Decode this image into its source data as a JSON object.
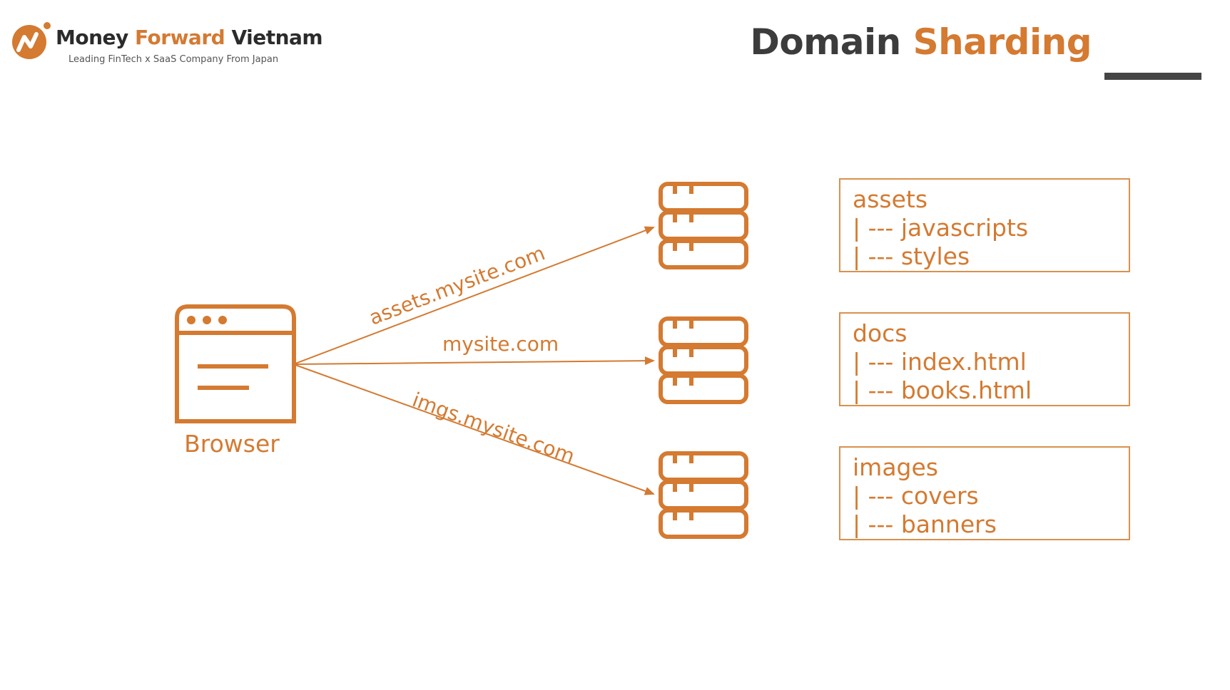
{
  "header": {
    "brand_money": "Money",
    "brand_forward": "Forward",
    "brand_vietnam": "Vietnam",
    "tagline": "Leading FinTech x SaaS Company From Japan",
    "title_part1": "Domain",
    "title_part2": "Sharding"
  },
  "diagram": {
    "browser_label": "Browser",
    "edges": [
      "assets.mysite.com",
      "mysite.com",
      "imgs.mysite.com"
    ],
    "folders": [
      {
        "name": "assets",
        "children": [
          "| --- javascripts",
          "| --- styles"
        ]
      },
      {
        "name": "docs",
        "children": [
          "| --- index.html",
          "| --- books.html"
        ]
      },
      {
        "name": "images",
        "children": [
          "| --- covers",
          "| --- banners"
        ]
      }
    ]
  },
  "colors": {
    "accent": "#d47a31",
    "dark": "#3c3c3c",
    "box_border": "#d9914d"
  }
}
